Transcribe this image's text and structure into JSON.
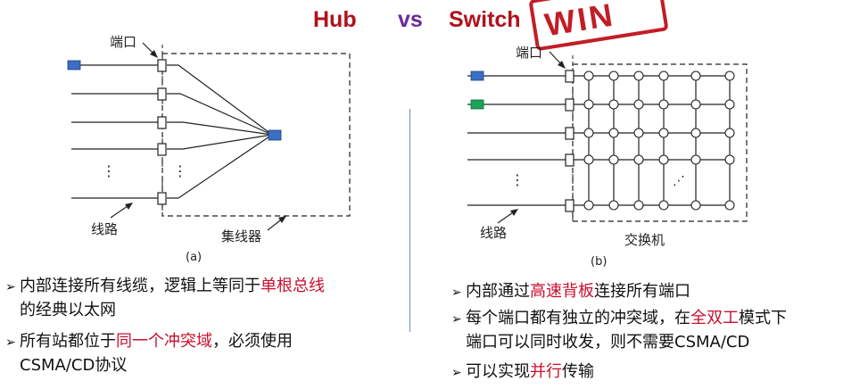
{
  "title": {
    "hub": "Hub",
    "vs": "vs",
    "switch": "Switch"
  },
  "stamp": {
    "text": "WIN"
  },
  "hub_diagram": {
    "port_label": "端口",
    "line_label": "线路",
    "hub_label": "集线器",
    "ellipsis": "⋮",
    "caption": "(a)"
  },
  "switch_diagram": {
    "port_label": "端口",
    "line_label": "线路",
    "switch_label": "交换机",
    "ellipsis": "⋮",
    "grid_dots": "⋰",
    "caption": "(b)"
  },
  "colors": {
    "title_red": "#b0121c",
    "vs_purple": "#6a2a9a",
    "highlight_red": "#c8102e",
    "port_blue": "#3a6fc4",
    "port_green": "#1aa35a"
  },
  "hub_points": [
    {
      "pre": "内部连接所有线缆，逻辑上等同于",
      "hl": "单根总线",
      "post": "",
      "cont": "的经典以太网"
    },
    {
      "pre": "所有站都位于",
      "hl": "同一个冲突域",
      "post": "，必须使用",
      "cont": "CSMA/CD协议"
    }
  ],
  "switch_points": [
    {
      "pre": "内部通过",
      "hl": "高速背板",
      "post": "连接所有端口",
      "cont": ""
    },
    {
      "pre": "每个端口都有独立的冲突域，在",
      "hl": "全双工",
      "post": "模式下",
      "cont": "端口可以同时收发，则不需要CSMA/CD"
    },
    {
      "pre": "可以实现",
      "hl": "并行",
      "post": "传输",
      "cont": ""
    }
  ]
}
